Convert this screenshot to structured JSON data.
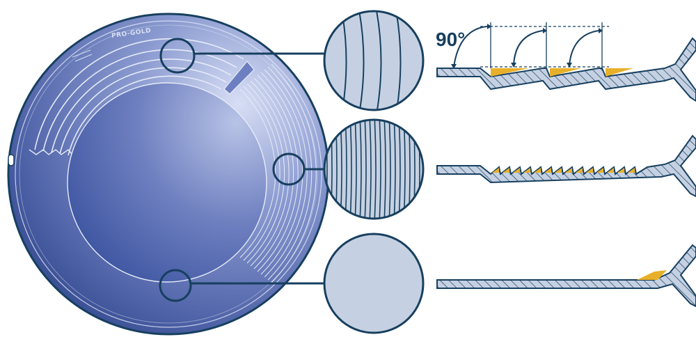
{
  "pan": {
    "brand_text": "PRO-GOLD",
    "colors": {
      "outline": "#173f5f",
      "pan_dark": "#243f85",
      "pan_mid": "#5a6fb0",
      "pan_light": "#c9d3ee",
      "section_fill": "#c5d1e2",
      "gold": "#e8b02a"
    }
  },
  "zooms": [
    {
      "name": "wide-riffle-detail",
      "pattern": "coarse-curved-lines"
    },
    {
      "name": "fine-riffle-detail",
      "pattern": "dense-parallel-lines"
    },
    {
      "name": "smooth-bottom-detail",
      "pattern": "plain"
    }
  ],
  "cross_sections": [
    {
      "name": "deep-riffle-section",
      "angle_label": "90°"
    },
    {
      "name": "fine-riffle-section"
    },
    {
      "name": "flat-bottom-section"
    }
  ]
}
